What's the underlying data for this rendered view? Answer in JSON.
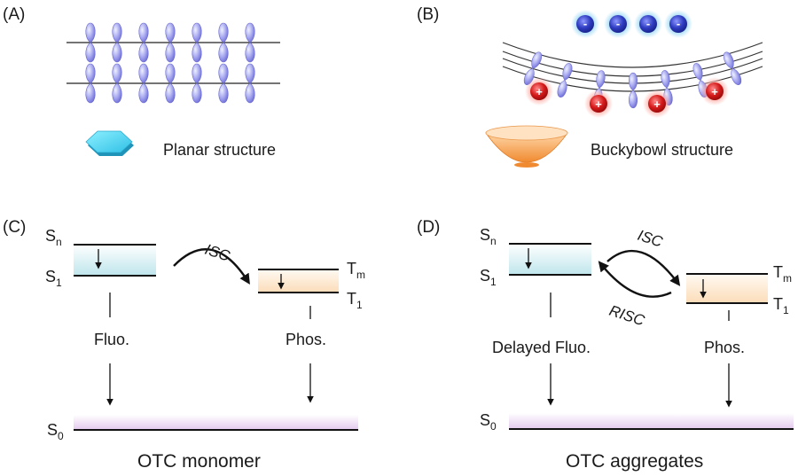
{
  "panel_a": {
    "label": "(A)",
    "structure_label": "Planar structure",
    "colors": {
      "orbital": "#8f8fe8",
      "hexagon": "#4fd0ee"
    }
  },
  "panel_b": {
    "label": "(B)",
    "structure_label": "Buckybowl structure",
    "negative_charges": [
      "-",
      "-",
      "-",
      "-"
    ],
    "positive_charges": [
      "+",
      "+",
      "+",
      "+"
    ],
    "colors": {
      "negative": "#3b48c9",
      "positive": "#d81e1e",
      "bowl": "#f4a85c"
    }
  },
  "panel_c": {
    "label": "(C)",
    "singlet_n": "S",
    "singlet_n_sub": "n",
    "singlet_1": "S",
    "singlet_1_sub": "1",
    "triplet_m": "T",
    "triplet_m_sub": "m",
    "triplet_1": "T",
    "triplet_1_sub": "1",
    "ground": "S",
    "ground_sub": "0",
    "isc": "ISC",
    "fluo": "Fluo.",
    "phos": "Phos.",
    "caption": "OTC monomer"
  },
  "panel_d": {
    "label": "(D)",
    "singlet_n": "S",
    "singlet_n_sub": "n",
    "singlet_1": "S",
    "singlet_1_sub": "1",
    "triplet_m": "T",
    "triplet_m_sub": "m",
    "triplet_1": "T",
    "triplet_1_sub": "1",
    "ground": "S",
    "ground_sub": "0",
    "isc": "ISC",
    "risc": "RISC",
    "fluo": "Delayed Fluo.",
    "phos": "Phos.",
    "caption": "OTC aggregates"
  }
}
